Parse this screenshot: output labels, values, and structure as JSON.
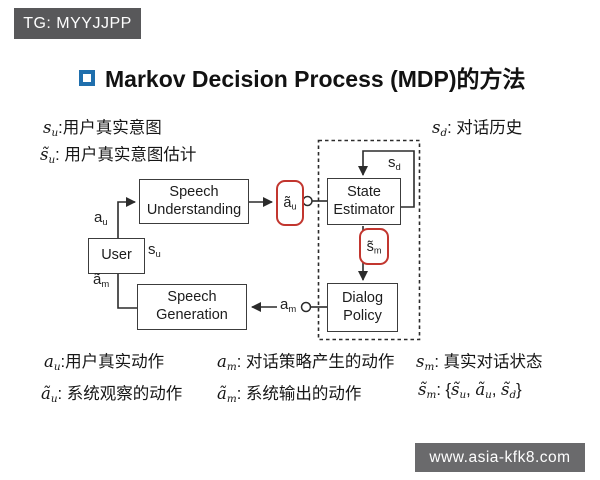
{
  "header": {
    "badge": "TG: MYYJJPP"
  },
  "footer": {
    "url": "www.asia-kfk8.com"
  },
  "title": {
    "text": "Markov Decision Process (MDP)的方法"
  },
  "legend_top": {
    "s_u": "s_u:用户真实意图",
    "s_u_tilde": "s̃_u: 用户真实意图估计",
    "s_d": "s_d: 对话历史"
  },
  "diagram": {
    "boxes": {
      "speech_understanding": "Speech Understanding",
      "user": "User",
      "speech_generation": "Speech Generation",
      "state_estimator": "State Estimator",
      "dialog_policy": "Dialog Policy"
    },
    "signals": {
      "a_u": "a_u",
      "s_u": "s_u",
      "a_m_tilde": "ã_m",
      "a_m": "a_m",
      "s_d": "s_d",
      "a_u_tilde": "ã_u",
      "s_m_tilde": "s̃_m"
    }
  },
  "legend_bottom": {
    "a_u": "a_u:用户真实动作",
    "a_u_tilde": "ã_u: 系统观察的动作",
    "a_m": "a_m: 对话策略产生的动作",
    "a_m_tilde": "ã_m: 系统输出的动作",
    "s_m": "s_m: 真实对话状态",
    "s_m_tilde": "s̃_m: {s̃_u, ã_u, s̃_d}"
  },
  "colors": {
    "accent_blue": "#1f6fad",
    "highlight_red": "#c2362f",
    "badge_gray": "#58585a",
    "line_black": "#2b2b2b"
  }
}
